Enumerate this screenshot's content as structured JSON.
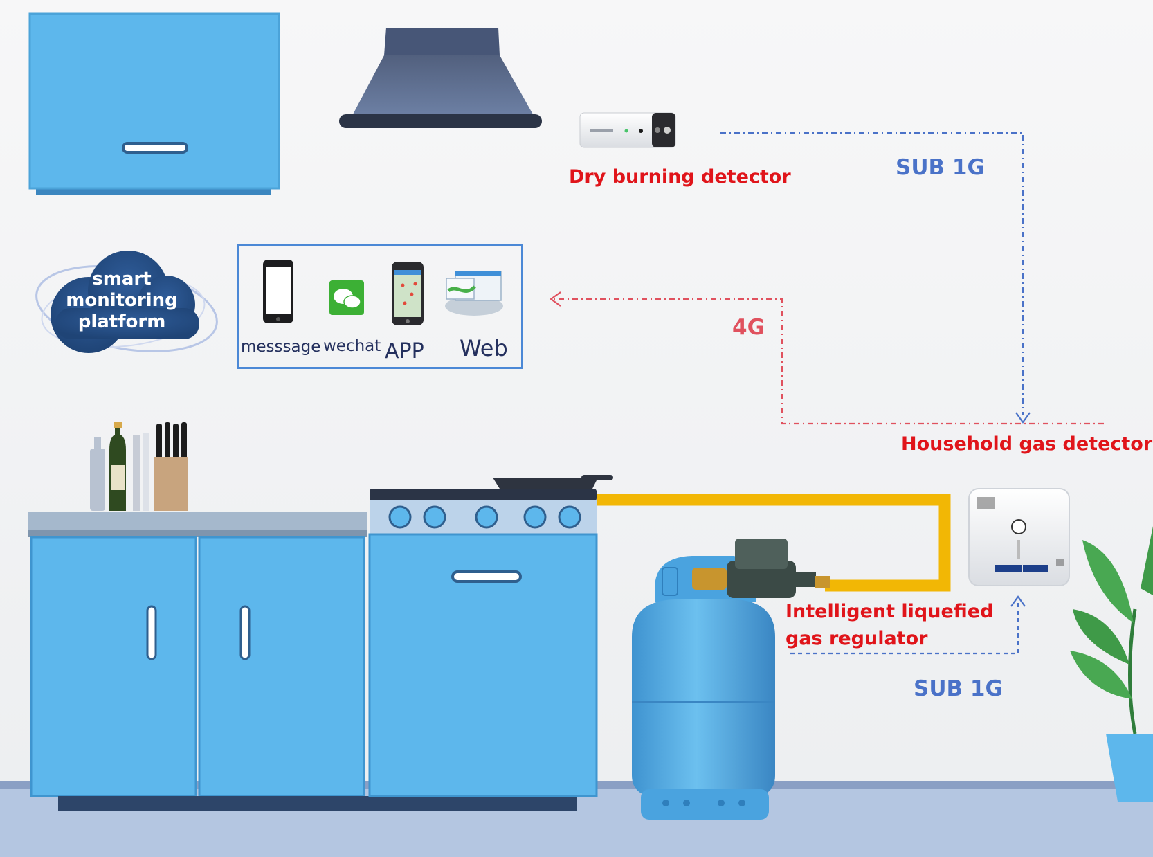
{
  "platform": {
    "line1": "smart",
    "line2": "monitoring",
    "line3": "platform"
  },
  "channels": {
    "message": "messsage",
    "wechat": "wechat",
    "app": "APP",
    "web": "Web"
  },
  "labels": {
    "dry_burning": "Dry burning detector",
    "household_gas": "Household gas detector",
    "regulator_line1": "Intelligent liquefied",
    "regulator_line2": "gas regulator",
    "sub1g_top": "SUB 1G",
    "sub1g_bottom": "SUB 1G",
    "link_4g": "4G"
  },
  "icons": [
    "cabinet-icon",
    "range-hood-icon",
    "dry-burning-detector-icon",
    "cloud-icon",
    "phone-icon",
    "wechat-icon",
    "app-phone-icon",
    "web-icon",
    "bottles-icon",
    "knife-block-icon",
    "lower-cabinet-icon",
    "stove-icon",
    "pan-icon",
    "gas-pipe-icon",
    "gas-cylinder-icon",
    "regulator-valve-icon",
    "gas-detector-icon",
    "plant-icon"
  ],
  "colors": {
    "cabinet": "#5db7ec",
    "pipe": "#f2b705",
    "sub1g_link": "#4a72c8",
    "link_4g": "#e0515e",
    "label_red": "#e0141a",
    "box_border": "#4b88d6"
  }
}
